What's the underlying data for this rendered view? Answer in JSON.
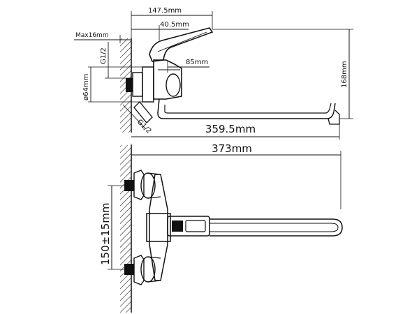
{
  "dimensions": {
    "overall_top": "147.5mm",
    "handle_offset": "40.5mm",
    "max_wall": "Max16mm",
    "thread_top": "G1/2",
    "body_diameter": "ø64mm",
    "spout_offset": "85mm",
    "height": "168mm",
    "thread_bottom": "G1/2",
    "spout_length": "359.5mm",
    "total_length": "373mm",
    "center_distance": "150±15mm"
  }
}
